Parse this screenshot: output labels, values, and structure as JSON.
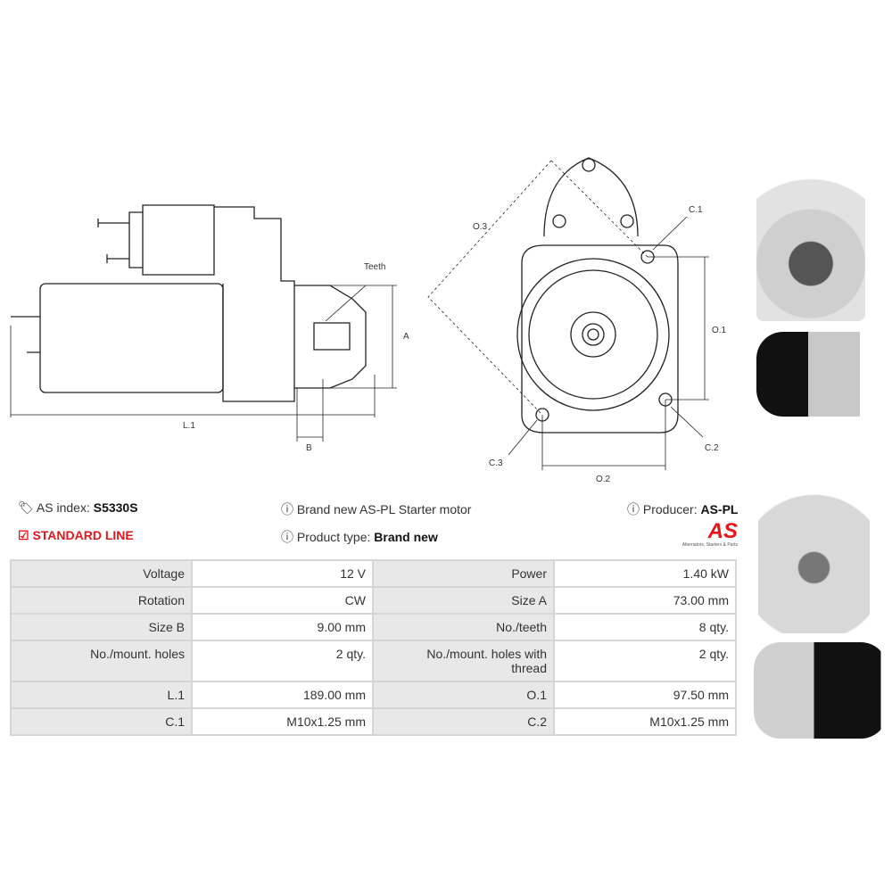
{
  "drawings": {
    "side_labels": {
      "teeth": "Teeth",
      "a": "A",
      "l1": "L.1",
      "b": "B"
    },
    "front_labels": {
      "o3": "O.3",
      "c1": "C.1",
      "o1": "O.1",
      "c2": "C.2",
      "c3": "C.3",
      "o2": "O.2"
    }
  },
  "info": {
    "as_index_label": "AS index:",
    "as_index_value": "S5330S",
    "line": "STANDARD LINE",
    "description": "Brand new AS-PL Starter motor",
    "product_type_label": "Product type:",
    "product_type_value": "Brand new",
    "producer_label": "Producer:",
    "producer_value": "AS-PL",
    "logo_text": "AS",
    "logo_tagline": "Alternators, Starters & Parts"
  },
  "colors": {
    "accent": "#e3161b"
  },
  "specs": [
    [
      "Voltage",
      "12 V",
      "Power",
      "1.40 kW"
    ],
    [
      "Rotation",
      "CW",
      "Size A",
      "73.00 mm"
    ],
    [
      "Size B",
      "9.00 mm",
      "No./teeth",
      "8 qty."
    ],
    [
      "No./mount. holes",
      "2 qty.",
      "No./mount. holes with thread",
      "2 qty."
    ],
    [
      "L.1",
      "189.00 mm",
      "O.1",
      "97.50 mm"
    ],
    [
      "C.1",
      "M10x1.25 mm",
      "C.2",
      "M10x1.25 mm"
    ]
  ]
}
